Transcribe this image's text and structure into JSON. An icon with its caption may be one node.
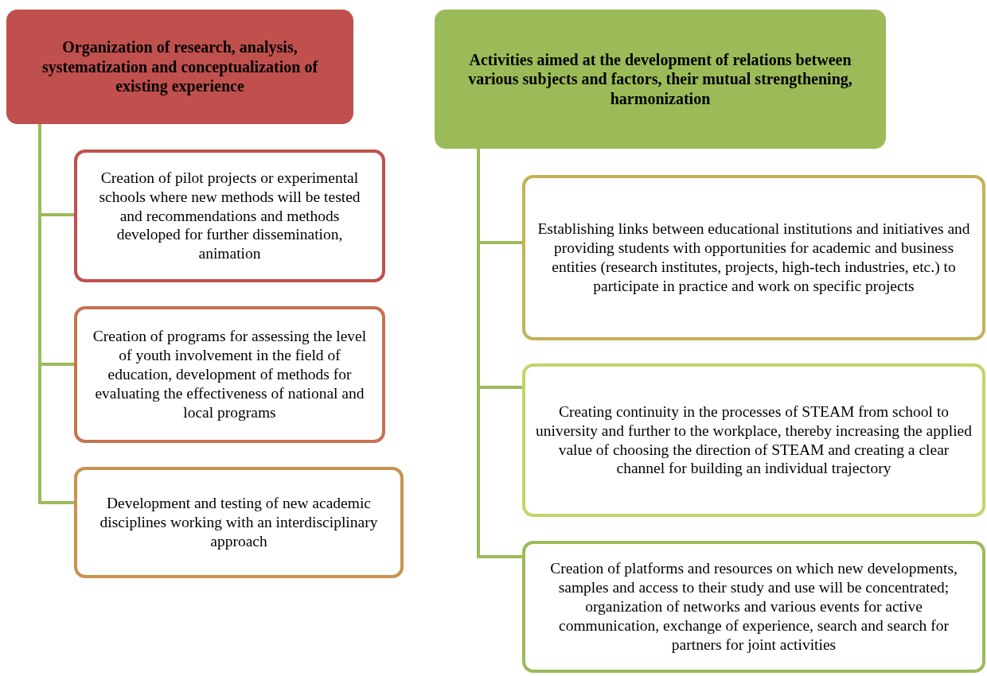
{
  "diagram": {
    "nodes": [
      {
        "text": [
          "Organization of research, analysis, systematization and conceptualization of existing experience"
        ]
      },
      {
        "text": [
          "Creation of pilot projects or experimental schools where new methods will be tested and recommendations and methods developed for further dissemination, animation"
        ]
      },
      {
        "text": [
          "Creation of programs for assessing the level of youth involvement in the field of education, development of methods for evaluating the effectiveness of national and local programs"
        ]
      },
      {
        "text": [
          "Development and testing of new academic disciplines working with an interdisciplinary approach"
        ]
      },
      {
        "text": [
          "Activities aimed at the development of relations between various subjects and factors, their mutual strengthening, harmonization"
        ]
      },
      {
        "text": [
          "Establishing links between educational institutions and initiatives and providing students with opportunities for academic and business entities (research institutes, projects, high-tech industries, etc.) to participate in practice and work on specific projects"
        ]
      },
      {
        "text": [
          "Creating continuity in the processes of STEAM from school to university and further to the workplace, thereby increasing the applied value of choosing the direction of STEAM and creating a clear channel for building an individual trajectory"
        ]
      },
      {
        "text": [
          "Creation of platforms and resources on which new developments, samples and access to their study and use will be concentrated; organization of networks and various events for active communication, exchange of experience, search and search for partners for joint activities"
        ]
      }
    ],
    "edges": [
      {
        "from": 0,
        "to": 1,
        "arrow": "none"
      },
      {
        "from": 0,
        "to": 2,
        "arrow": "none"
      },
      {
        "from": 0,
        "to": 3,
        "arrow": "none"
      },
      {
        "from": 4,
        "to": 5,
        "arrow": "none"
      },
      {
        "from": 4,
        "to": 6,
        "arrow": "none"
      },
      {
        "from": 4,
        "to": 7,
        "arrow": "none"
      }
    ]
  }
}
